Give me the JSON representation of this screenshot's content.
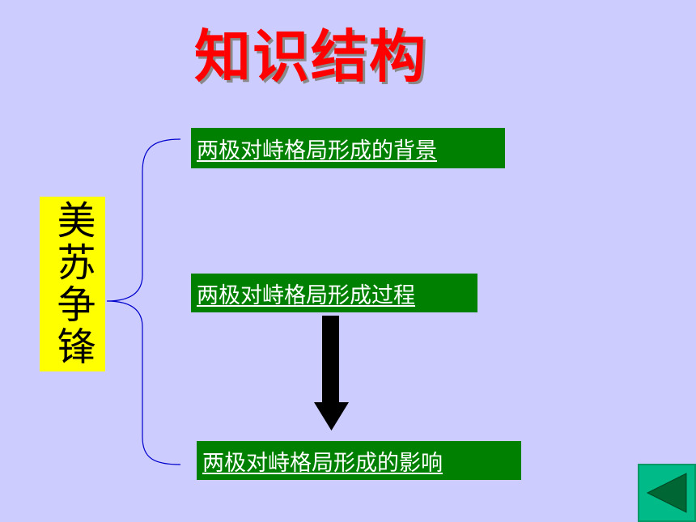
{
  "slide": {
    "title": "知识结构",
    "topic": "美苏争锋",
    "items": [
      {
        "label": "两极对峙格局形成的背景"
      },
      {
        "label": "两极对峙格局形成过程"
      },
      {
        "label": "两极对峙格局形成的影响"
      }
    ]
  },
  "navigation": {
    "back_icon": "triangle-left-icon"
  },
  "colors": {
    "background": "#ccccff",
    "title": "#ff0000",
    "topic_bg": "#ffff00",
    "box_bg": "#008000",
    "brace": "#0000cc",
    "nav_bg": "#00bb88"
  }
}
